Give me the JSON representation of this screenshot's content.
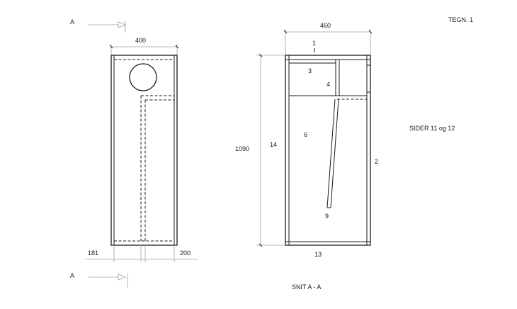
{
  "sheet": {
    "drawing_no": "TEGN. 1",
    "caption_sides": "SIDER  11 og 12",
    "section_label": "SNIT  A - A"
  },
  "section_marks": {
    "top": "A",
    "bottom": "A"
  },
  "front_view": {
    "width": "400",
    "left_offset": "181",
    "right_offset": "200"
  },
  "side_view": {
    "depth": "460",
    "height": "1090"
  },
  "part_numbers": {
    "p1": "1",
    "p2": "2",
    "p3": "3",
    "p4": "4",
    "p6": "6",
    "p9": "9",
    "p13": "13",
    "p14": "14"
  }
}
